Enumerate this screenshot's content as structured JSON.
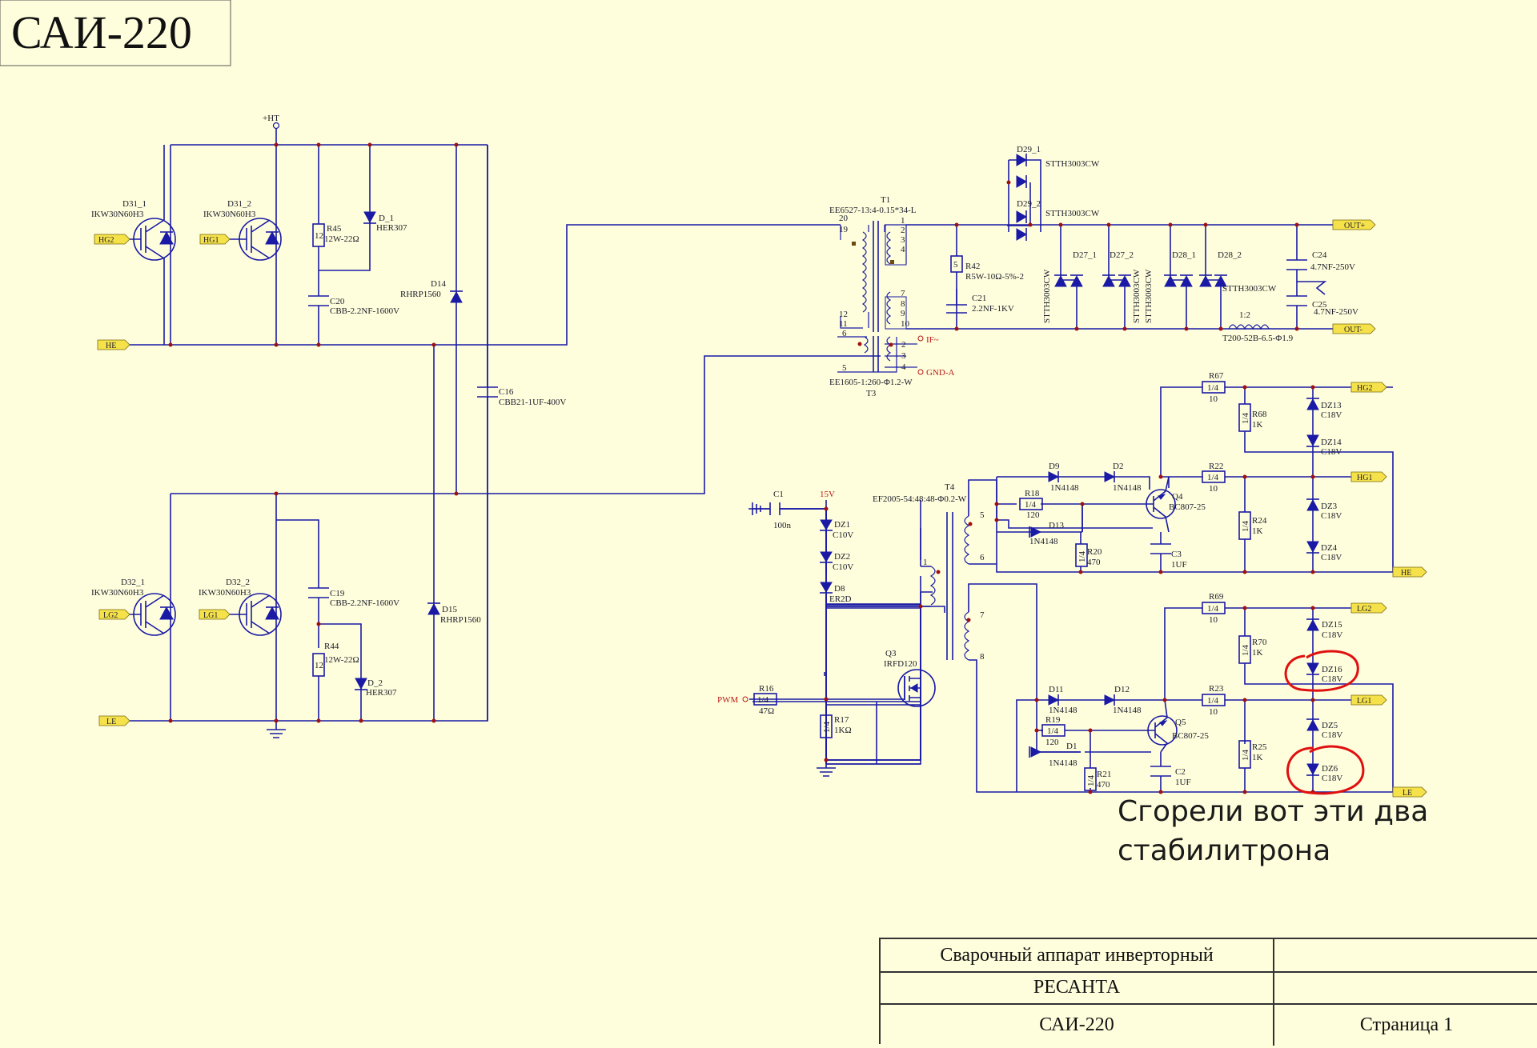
{
  "sheet_title": "САИ-220",
  "annotation": {
    "line1": "Сгорели вот эти два",
    "line2": "стабилитрона",
    "color": "#e01010"
  },
  "title_block": {
    "row1": "Сварочный аппарат инверторный",
    "row2": "РЕСАНТА",
    "row3": "САИ-220",
    "page": "Страница  1"
  },
  "colors": {
    "background": "#fefedc",
    "wire": "#1a1aa6",
    "junction": "#a01010",
    "port_fill": "#f5e24a"
  },
  "ports": {
    "hg2_left": "HG2",
    "hg1_left": "HG1",
    "he_left": "HE",
    "lg2_left": "LG2",
    "lg1_left": "LG1",
    "le_left": "LE",
    "out_plus": "OUT+",
    "out_minus": "OUT-",
    "hg2_right": "HG2",
    "hg1_right": "HG1",
    "he_right": "HE",
    "lg2_right": "LG2",
    "lg1_right": "LG1",
    "le_right": "LE"
  },
  "nets": {
    "ht": "+HT",
    "if": "IF~",
    "gnd_a": "GND-A",
    "v15": "15V",
    "pwm": "PWM"
  },
  "components": {
    "d31_1": {
      "ref": "D31_1",
      "val": "IKW30N60H3"
    },
    "d31_2": {
      "ref": "D31_2",
      "val": "IKW30N60H3"
    },
    "d32_1": {
      "ref": "D32_1",
      "val": "IKW30N60H3"
    },
    "d32_2": {
      "ref": "D32_2",
      "val": "IKW30N60H3"
    },
    "r45": {
      "ref": "R45",
      "val": "12W-22Ω",
      "body": "12"
    },
    "r44": {
      "ref": "R44",
      "val": "12W-22Ω",
      "body": "12"
    },
    "c20": {
      "ref": "C20",
      "val": "CBB-2.2NF-1600V"
    },
    "c19": {
      "ref": "C19",
      "val": "CBB-2.2NF-1600V"
    },
    "d_1": {
      "ref": "D_1",
      "val": "HER307"
    },
    "d_2": {
      "ref": "D_2",
      "val": "HER307"
    },
    "d14": {
      "ref": "D14",
      "val": "RHRP1560"
    },
    "d15": {
      "ref": "D15",
      "val": "RHRP1560"
    },
    "c16": {
      "ref": "C16",
      "val": "CBB21-1UF-400V"
    },
    "t1": {
      "ref": "T1",
      "val": "EE6527-13:4-0.15*34-L"
    },
    "t3": {
      "ref": "T3",
      "val": "EE1605-1:260-Φ1.2-W"
    },
    "d29_1": {
      "ref": "D29_1",
      "val": "STTH3003CW"
    },
    "d29_2": {
      "ref": "D29_2",
      "val": "STTH3003CW"
    },
    "d27_1": {
      "ref": "D27_1",
      "val": "STTH3003CW"
    },
    "d27_2": {
      "ref": "D27_2",
      "val": "STTH3003CW"
    },
    "d28_1": {
      "ref": "D28_1",
      "val": "STTH3003CW"
    },
    "d28_2": {
      "ref": "D28_2",
      "val": "STTH3003CW"
    },
    "r42": {
      "ref": "R42",
      "val": "R5W-10Ω-5%-2",
      "body": "5"
    },
    "c21": {
      "ref": "C21",
      "val": "2.2NF-1KV"
    },
    "c24": {
      "ref": "C24",
      "val": "4.7NF-250V"
    },
    "c25": {
      "ref": "C25",
      "val": "4.7NF-250V"
    },
    "l1": {
      "ref": "1:2",
      "val": "T200-52B-6.5-Φ1.9"
    },
    "t4": {
      "ref": "T4",
      "val": "EF2005-54:48:48-Φ0.2-W"
    },
    "c1": {
      "ref": "C1",
      "val": "100n"
    },
    "dz1": {
      "ref": "DZ1",
      "val": "C10V"
    },
    "dz2": {
      "ref": "DZ2",
      "val": "C10V"
    },
    "d8": {
      "ref": "D8",
      "val": "ER2D"
    },
    "q3": {
      "ref": "Q3",
      "val": "IRFD120"
    },
    "r16": {
      "ref": "R16",
      "val": "47Ω",
      "body": "1/4"
    },
    "r17": {
      "ref": "R17",
      "val": "1KΩ",
      "body": "1/4"
    },
    "d9": {
      "ref": "D9",
      "val": "1N4148"
    },
    "d2": {
      "ref": "D2",
      "val": "1N4148"
    },
    "d13": {
      "ref": "D13",
      "val": "1N4148"
    },
    "r18": {
      "ref": "R18",
      "val": "120",
      "body": "1/4"
    },
    "r20": {
      "ref": "R20",
      "val": "470",
      "body": "1/4"
    },
    "q4": {
      "ref": "Q4",
      "val": "BC807-25"
    },
    "c3": {
      "ref": "C3",
      "val": "1UF"
    },
    "r67": {
      "ref": "R67",
      "val": "10",
      "body": "1/4"
    },
    "r68": {
      "ref": "R68",
      "val": "1K",
      "body": "1/4"
    },
    "r22": {
      "ref": "R22",
      "val": "10",
      "body": "1/4"
    },
    "r24": {
      "ref": "R24",
      "val": "1K",
      "body": "1/4"
    },
    "dz13": {
      "ref": "DZ13",
      "val": "C18V"
    },
    "dz14": {
      "ref": "DZ14",
      "val": "C18V"
    },
    "dz3": {
      "ref": "DZ3",
      "val": "C18V"
    },
    "dz4": {
      "ref": "DZ4",
      "val": "C18V"
    },
    "d11": {
      "ref": "D11",
      "val": "1N4148"
    },
    "d12": {
      "ref": "D12",
      "val": "1N4148"
    },
    "d1": {
      "ref": "D1",
      "val": "1N4148"
    },
    "r19": {
      "ref": "R19",
      "val": "120",
      "body": "1/4"
    },
    "r21": {
      "ref": "R21",
      "val": "470",
      "body": "1/4"
    },
    "q5": {
      "ref": "Q5",
      "val": "BC807-25"
    },
    "c2": {
      "ref": "C2",
      "val": "1UF"
    },
    "r69": {
      "ref": "R69",
      "val": "10",
      "body": "1/4"
    },
    "r70": {
      "ref": "R70",
      "val": "1K",
      "body": "1/4"
    },
    "r23": {
      "ref": "R23",
      "val": "10",
      "body": "1/4"
    },
    "r25": {
      "ref": "R25",
      "val": "1K",
      "body": "1/4"
    },
    "dz15": {
      "ref": "DZ15",
      "val": "C18V"
    },
    "dz16": {
      "ref": "DZ16",
      "val": "C18V"
    },
    "dz5": {
      "ref": "DZ5",
      "val": "C18V"
    },
    "dz6": {
      "ref": "DZ6",
      "val": "C18V"
    }
  },
  "pins": {
    "t1": [
      "20",
      "19",
      "1",
      "2",
      "3",
      "4",
      "7",
      "8",
      "9",
      "10",
      "12",
      "11"
    ],
    "t3": [
      "6",
      "5",
      "2",
      "3",
      "4"
    ],
    "t4": [
      "5",
      "6",
      "1",
      "7",
      "8"
    ]
  }
}
